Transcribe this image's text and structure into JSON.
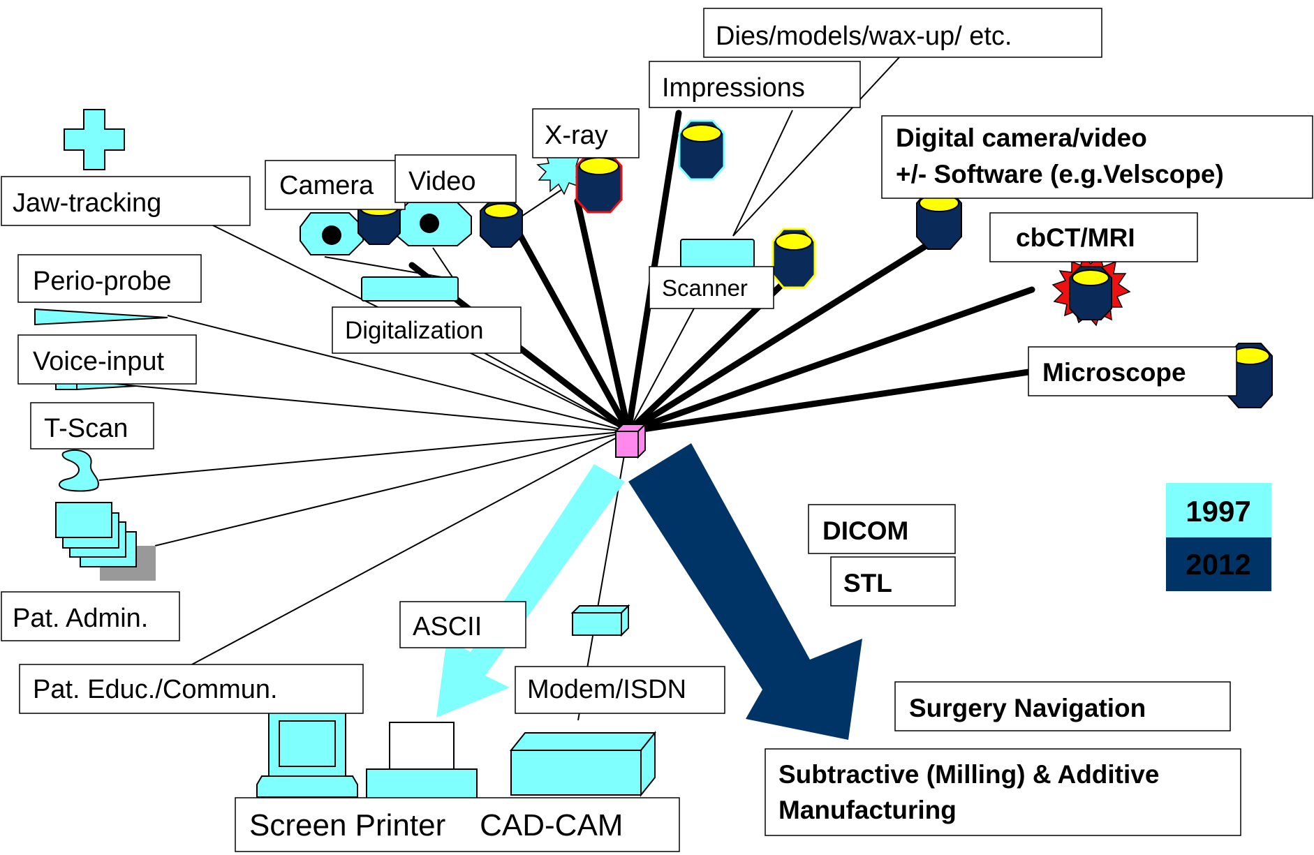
{
  "labels": {
    "dies": "Dies/models/wax-up/ etc.",
    "impressions": "Impressions",
    "xray": "X-ray",
    "camera": "Camera",
    "video": "Video",
    "jaw_tracking": "Jaw-tracking",
    "perio_probe": "Perio-probe",
    "voice_input": "Voice-input",
    "t_scan": "T-Scan",
    "pat_admin": "Pat. Admin.",
    "pat_educ": "Pat. Educ./Commun.",
    "digitalization": "Digitalization",
    "scanner": "Scanner",
    "digital_camera_line1": "Digital camera/video",
    "digital_camera_line2": "+/- Software (e.g.Velscope)",
    "cbct": "cbCT/MRI",
    "microscope": "Microscope",
    "dicom": "DICOM",
    "stl": "STL",
    "ascii": "ASCII",
    "modem": "Modem/ISDN",
    "output_devices": "Screen Printer    CAD-CAM",
    "surgery_navigation": "Surgery Navigation",
    "subtractive_line1": "Subtractive (Milling) & Additive",
    "subtractive_line2": "Manufacturing"
  },
  "legend": [
    {
      "year": "1997",
      "color": "#80FFFF",
      "text_color": "#1a1a3a"
    },
    {
      "year": "2012",
      "color": "#003366",
      "text_color": "#ffffff"
    }
  ],
  "colors": {
    "device_fill": "#80FFFF",
    "eye_fill": "#0a2a5a",
    "eye_top": "#FFFF00",
    "hub_fill": "#FF88EE",
    "arrow_2012": "#003366",
    "arrow_1997": "#80FFFF",
    "burst_red": "#EE1111"
  }
}
